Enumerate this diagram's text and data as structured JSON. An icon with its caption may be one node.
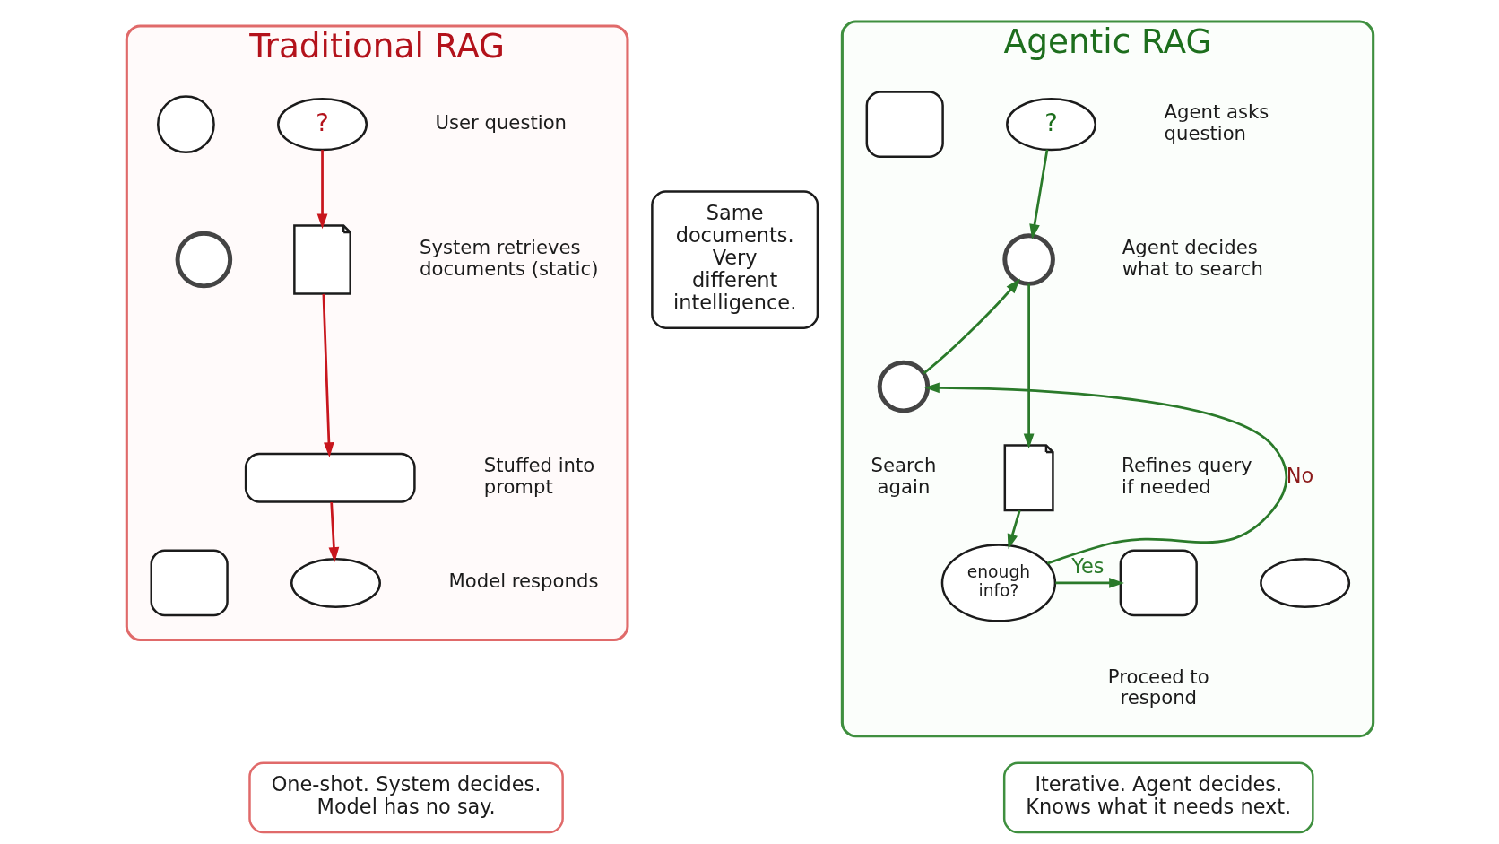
{
  "diagram": {
    "nodes": [
      {
        "text": [
          "Traditional RAG"
        ]
      },
      {
        "text": [],
        "shape": "person",
        "in": 0
      },
      {
        "text": [
          "?"
        ],
        "in": 0,
        "beside": [
          "User question"
        ]
      },
      {
        "text": [],
        "shape": "circle",
        "in": 0
      },
      {
        "text": [],
        "shape": "picture",
        "in": 0,
        "beside": [
          "System retrieves documents (static)"
        ]
      },
      {
        "text": [],
        "shape": "box",
        "in": 0,
        "beside": [
          "Stuffed into prompt"
        ]
      },
      {
        "text": [],
        "shape": "box",
        "in": 0
      },
      {
        "text": [],
        "shape": "bubble",
        "in": 0,
        "beside": [
          "Model responds"
        ]
      },
      {
        "text": [
          "Same documents. Very different intelligence."
        ]
      },
      {
        "text": [
          "Agentic RAG"
        ]
      },
      {
        "text": [],
        "shape": "box",
        "in": 9
      },
      {
        "text": [
          "?"
        ],
        "in": 9,
        "beside": [
          "Agent asks question"
        ]
      },
      {
        "text": [],
        "shape": "circle",
        "in": 9,
        "beside": [
          "Agent decides what to search"
        ]
      },
      {
        "text": [],
        "shape": "circle",
        "in": 9,
        "beside": [
          "Search again"
        ]
      },
      {
        "text": [],
        "shape": "picture",
        "in": 9,
        "beside": [
          "Refines query if needed"
        ]
      },
      {
        "text": [
          "enough info?"
        ],
        "in": 9
      },
      {
        "text": [],
        "shape": "box",
        "in": 9,
        "beside": [
          "Proceed to respond"
        ]
      },
      {
        "text": [],
        "shape": "bubble",
        "in": 9
      },
      {
        "text": [
          "One-shot. System decides. Model has no say."
        ]
      },
      {
        "text": [
          "Iterative. Agent decides. Knows what it needs next."
        ]
      }
    ],
    "edges": [
      {
        "from": 2,
        "to": 4,
        "arrow": "to",
        "color": "#c8161d"
      },
      {
        "from": 4,
        "to": 5,
        "arrow": "to",
        "color": "#c8161d"
      },
      {
        "from": 5,
        "to": 7,
        "arrow": "to",
        "color": "#c8161d"
      },
      {
        "from": 11,
        "to": 12,
        "arrow": "to"
      },
      {
        "from": 12,
        "to": 14,
        "arrow": "to"
      },
      {
        "from": 14,
        "to": 15,
        "arrow": "to"
      },
      {
        "from": 15,
        "to": 13,
        "arrow": "to",
        "label": "No"
      },
      {
        "from": 13,
        "to": 12,
        "arrow": "to"
      },
      {
        "from": 15,
        "to": 16,
        "arrow": "to",
        "label": "Yes"
      }
    ]
  }
}
